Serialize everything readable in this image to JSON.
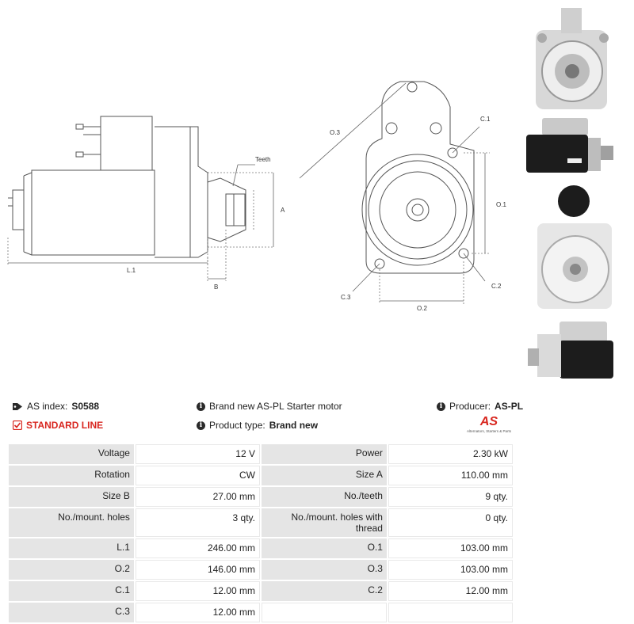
{
  "drawing": {
    "labels": {
      "teeth": "Teeth",
      "a": "A",
      "b": "B",
      "l1": "L.1",
      "o1": "O.1",
      "o2": "O.2",
      "o3": "O.3",
      "c1": "C.1",
      "c2": "C.2",
      "c3": "C.3"
    }
  },
  "info": {
    "index_label": "AS index:",
    "index_value": "S0588",
    "description": "Brand new AS-PL Starter motor",
    "producer_label": "Producer:",
    "producer_value": "AS-PL",
    "line": "STANDARD LINE",
    "product_type_label": "Product type:",
    "product_type_value": "Brand new",
    "logo_text": "AS",
    "logo_tagline": "Alternators, Starters & Parts"
  },
  "colors": {
    "accent": "#d8261f",
    "label_bg": "#e5e5e5"
  },
  "specs": [
    [
      {
        "label": "Voltage",
        "value": "12 V"
      },
      {
        "label": "Power",
        "value": "2.30 kW"
      }
    ],
    [
      {
        "label": "Rotation",
        "value": "CW"
      },
      {
        "label": "Size A",
        "value": "110.00 mm"
      }
    ],
    [
      {
        "label": "Size B",
        "value": "27.00 mm"
      },
      {
        "label": "No./teeth",
        "value": "9 qty."
      }
    ],
    [
      {
        "label": "No./mount. holes",
        "value": "3 qty."
      },
      {
        "label": "No./mount. holes with thread",
        "value": "0 qty."
      }
    ],
    [
      {
        "label": "L.1",
        "value": "246.00 mm"
      },
      {
        "label": "O.1",
        "value": "103.00 mm"
      }
    ],
    [
      {
        "label": "O.2",
        "value": "146.00 mm"
      },
      {
        "label": "O.3",
        "value": "103.00 mm"
      }
    ],
    [
      {
        "label": "C.1",
        "value": "12.00 mm"
      },
      {
        "label": "C.2",
        "value": "12.00 mm"
      }
    ],
    [
      {
        "label": "C.3",
        "value": "12.00 mm"
      },
      {
        "label": "",
        "value": ""
      }
    ]
  ]
}
